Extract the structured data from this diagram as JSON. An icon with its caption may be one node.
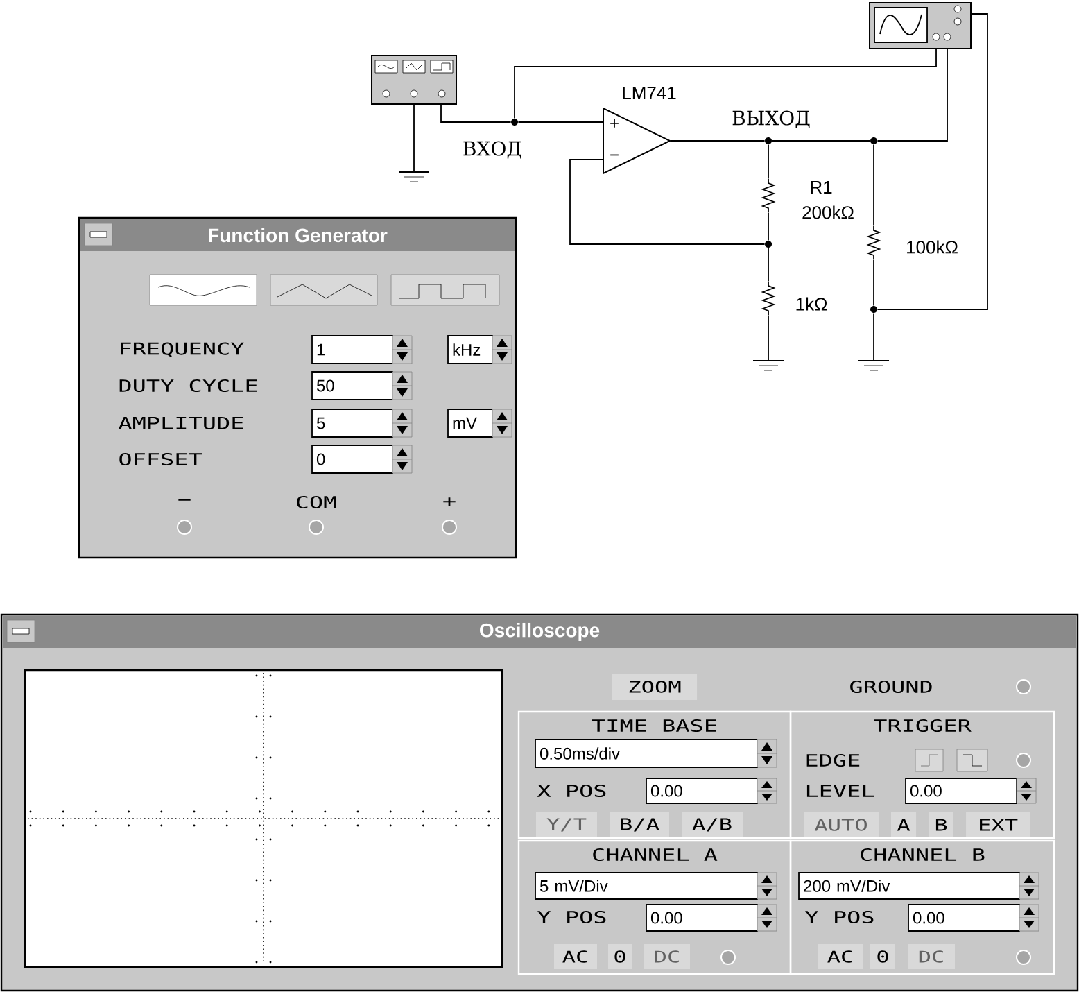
{
  "diagram": {
    "nodes": [
      {
        "text": [],
        "shape": "picture"
      },
      {
        "text": [
          "+",
          "−"
        ],
        "beside": [
          "LM741"
        ]
      },
      {
        "text": [],
        "shape": "resistor",
        "beside": [
          "R1",
          "200kΩ"
        ]
      },
      {
        "text": [],
        "shape": "resistor",
        "beside": [
          "1kΩ"
        ]
      },
      {
        "text": [],
        "shape": "resistor",
        "beside": [
          "100kΩ"
        ]
      },
      {
        "text": [],
        "shape": "picture"
      },
      {
        "text": [],
        "shape": "ground"
      },
      {
        "text": [],
        "shape": "ground"
      },
      {
        "text": [],
        "shape": "ground"
      },
      {
        "text": [],
        "shape": "circle"
      },
      {
        "text": [],
        "shape": "circle"
      },
      {
        "text": [],
        "shape": "circle"
      },
      {
        "text": [],
        "shape": "circle"
      },
      {
        "text": [],
        "shape": "circle"
      },
      {
        "text": [
          "Function Generator"
        ]
      },
      {
        "text": [
          "1"
        ],
        "in": 14
      },
      {
        "text": [
          "kHz"
        ],
        "in": 14
      },
      {
        "text": [
          "50"
        ],
        "in": 14
      },
      {
        "text": [
          "5"
        ],
        "in": 14
      },
      {
        "text": [
          "mV"
        ],
        "in": 14
      },
      {
        "text": [
          "0"
        ],
        "in": 14
      },
      {
        "text": [
          "Oscilloscope"
        ]
      },
      {
        "text": [
          "ZOOM"
        ],
        "in": 21
      },
      {
        "text": [
          "TIME BASE"
        ],
        "in": 21
      },
      {
        "text": [
          "0.50ms/div"
        ],
        "in": 23
      },
      {
        "text": [
          "0.00"
        ],
        "in": 23
      },
      {
        "text": [
          "Y/T"
        ],
        "in": 23
      },
      {
        "text": [
          "B/A"
        ],
        "in": 23
      },
      {
        "text": [
          "A/B"
        ],
        "in": 23
      },
      {
        "text": [
          "TRIGGER"
        ],
        "in": 21
      },
      {
        "text": [
          "0.00"
        ],
        "in": 29
      },
      {
        "text": [
          "AUTO"
        ],
        "in": 29
      },
      {
        "text": [
          "A"
        ],
        "in": 29
      },
      {
        "text": [
          "B"
        ],
        "in": 29
      },
      {
        "text": [
          "EXT"
        ],
        "in": 29
      },
      {
        "text": [
          "CHANNEL A"
        ],
        "in": 21
      },
      {
        "text": [
          "5 mV/Div"
        ],
        "in": 35
      },
      {
        "text": [
          "0.00"
        ],
        "in": 35
      },
      {
        "text": [
          "AC"
        ],
        "in": 35
      },
      {
        "text": [
          "0"
        ],
        "in": 35
      },
      {
        "text": [
          "DC"
        ],
        "in": 35
      },
      {
        "text": [
          "CHANNEL B"
        ],
        "in": 21
      },
      {
        "text": [
          "200 mV/Div"
        ],
        "in": 41
      },
      {
        "text": [
          "0.00"
        ],
        "in": 41
      },
      {
        "text": [
          "AC"
        ],
        "in": 41
      },
      {
        "text": [
          "0"
        ],
        "in": 41
      },
      {
        "text": [
          "DC"
        ],
        "in": 41
      },
      {
        "text": [],
        "shape": "box",
        "in": 14
      },
      {
        "text": [],
        "shape": "box",
        "in": 14
      },
      {
        "text": [],
        "shape": "box",
        "in": 14
      },
      {
        "text": [],
        "shape": "box",
        "in": 29
      },
      {
        "text": [],
        "shape": "box",
        "in": 29
      }
    ],
    "edges": [
      {
        "from": 0,
        "to": 9,
        "arrow": "none"
      },
      {
        "from": 0,
        "to": 6,
        "arrow": "none"
      },
      {
        "from": 9,
        "to": 1,
        "arrow": "none"
      },
      {
        "from": 9,
        "to": 5,
        "arrow": "none"
      },
      {
        "from": 1,
        "to": 10,
        "arrow": "none"
      },
      {
        "from": 10,
        "to": 11,
        "arrow": "none"
      },
      {
        "from": 11,
        "to": 5,
        "arrow": "none"
      },
      {
        "from": 10,
        "to": 2,
        "arrow": "none"
      },
      {
        "from": 2,
        "to": 12,
        "arrow": "none"
      },
      {
        "from": 12,
        "to": 1,
        "arrow": "none"
      },
      {
        "from": 12,
        "to": 3,
        "arrow": "none"
      },
      {
        "from": 3,
        "to": 7,
        "arrow": "none"
      },
      {
        "from": 11,
        "to": 4,
        "arrow": "none"
      },
      {
        "from": 4,
        "to": 13,
        "arrow": "none"
      },
      {
        "from": 13,
        "to": 8,
        "arrow": "none"
      },
      {
        "from": 13,
        "to": 5,
        "arrow": "none"
      }
    ],
    "labels": [
      "ВХОД",
      "ВЫХОД",
      "FREQUENCY",
      "DUTY CYCLE",
      "AMPLITUDE",
      "OFFSET",
      "−",
      "COM",
      "+",
      "GROUND",
      "X POS",
      "EDGE",
      "LEVEL",
      "Y POS",
      "Y POS"
    ]
  }
}
